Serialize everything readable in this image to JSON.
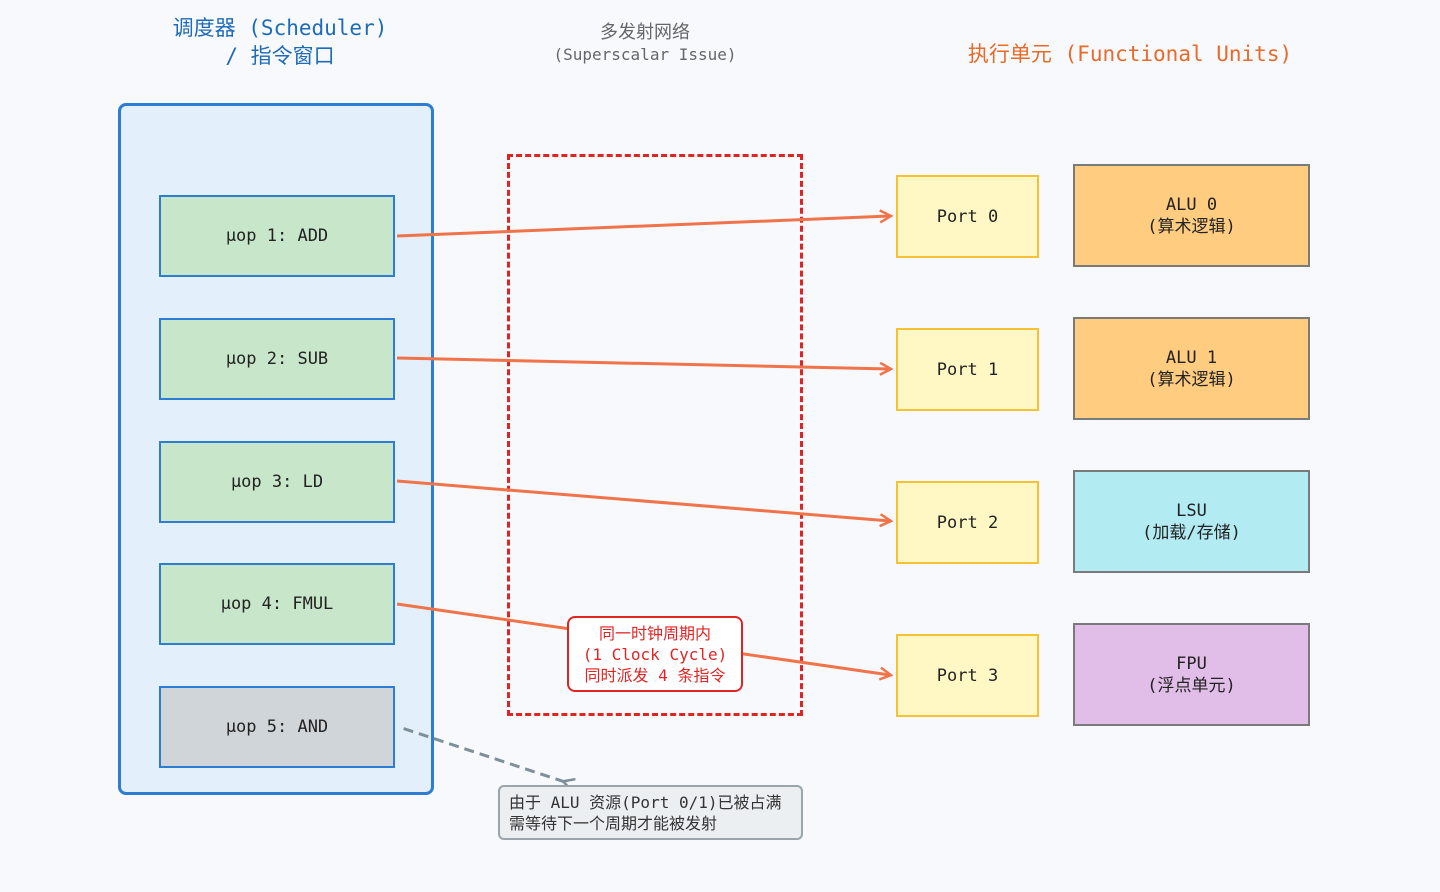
{
  "titles": {
    "scheduler_line1": "调度器 (Scheduler)",
    "scheduler_line2": "/ 指令窗口",
    "issue_line1": "多发射网络",
    "issue_line2": "(Superscalar Issue)",
    "units": "执行单元 (Functional Units)"
  },
  "uops": [
    {
      "label": "μop 1: ADD",
      "status": "issued"
    },
    {
      "label": "μop 2: SUB",
      "status": "issued"
    },
    {
      "label": "μop 3: LD",
      "status": "issued"
    },
    {
      "label": "μop 4: FMUL",
      "status": "issued"
    },
    {
      "label": "μop 5: AND",
      "status": "blocked"
    }
  ],
  "ports": [
    {
      "label": "Port 0"
    },
    {
      "label": "Port 1"
    },
    {
      "label": "Port 2"
    },
    {
      "label": "Port 3"
    }
  ],
  "units": [
    {
      "line1": "ALU 0",
      "line2": "(算术逻辑)",
      "color": "#ffcc80"
    },
    {
      "line1": "ALU 1",
      "line2": "(算术逻辑)",
      "color": "#ffcc80"
    },
    {
      "line1": "LSU",
      "line2": "(加载/存储)",
      "color": "#b2ebf2"
    },
    {
      "line1": "FPU",
      "line2": "(浮点单元)",
      "color": "#e1bee7"
    }
  ],
  "issue_note": {
    "line1": "同一时钟周期内",
    "line2": "(1 Clock Cycle)",
    "line3": "同时派发 4 条指令"
  },
  "stall_note": {
    "line1": "由于 ALU 资源(Port 0/1)已被占满",
    "line2": "需等待下一个周期才能被发射"
  },
  "colors": {
    "scheduler_border": "#2d7dd2",
    "uop_fill": "#c8e6c9",
    "blocked_fill": "#d0d5d9",
    "port_fill": "#fff8c4",
    "arrow": "#f0734a",
    "issue_border": "#e02424",
    "stall_arrow": "#7d8f99"
  }
}
